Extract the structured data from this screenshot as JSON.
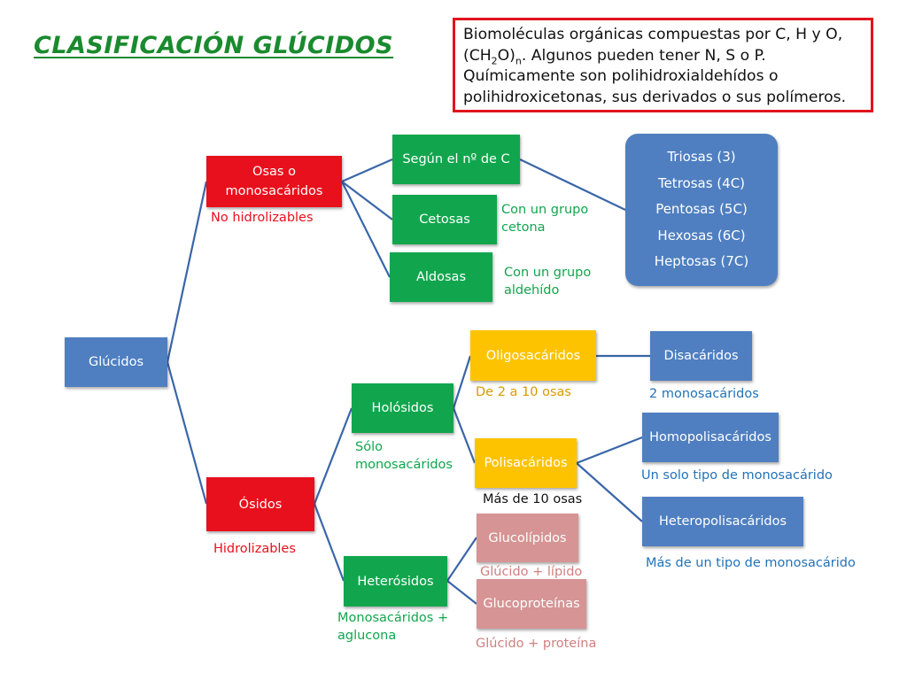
{
  "title": "CLASIFICACIÓN GLÚCIDOS",
  "definition": {
    "text_before_formula": "Biomoléculas orgánicas compuestas por C, H y O, (CH",
    "formula_sub": "2",
    "formula_mid": "O)",
    "formula_n": "n",
    "text_after_formula": ". Algunos pueden tener N, S o P. Químicamente son polihidroxialdehídos o polihidroxicetonas, sus derivados o sus polímeros."
  },
  "colors": {
    "blue": "#4f7fc1",
    "red": "#e8101c",
    "green": "#11a64d",
    "orange": "#fdc300",
    "pink": "#d69494",
    "title_green": "#1a8a2e",
    "line_blue": "#3a66a8"
  },
  "nodes": {
    "glucidos": "Glúcidos",
    "osas": "Osas o\nmonosacáridos",
    "osidos": "Ósidos",
    "segun_c": "Según el nº de C",
    "cetosas": "Cetosas",
    "aldosas": "Aldosas",
    "holosidos": "Holósidos",
    "heterosidos": "Heterósidos",
    "oligosacaridos": "Oligosacáridos",
    "polisacaridos": "Polisacáridos",
    "disacaridos": "Disacáridos",
    "homopolisacaridos": "Homopolisacáridos",
    "heteropolisacaridos": "Heteropolisacáridos",
    "glucolipidos": "Glucolípidos",
    "glucoproteinas": "Glucoproteínas"
  },
  "carbon_types": [
    "Triosas (3)",
    "Tetrosas (4C)",
    "Pentosas (5C)",
    "Hexosas (6C)",
    "Heptosas (7C)"
  ],
  "labels": {
    "no_hidrolizables": "No hidrolizables",
    "hidrolizables": "Hidrolizables",
    "cetona": "Con un grupo\n cetona",
    "aldehido": "Con un grupo\naldehído",
    "de_2_a_10": "De 2 a 10 osas",
    "dos_mono": "2 monosacáridos",
    "solo_mono": "Sólo\nmonosacáridos",
    "mas_de_10": "Más de 10 osas",
    "un_solo_tipo": "Un solo tipo de monosacárido",
    "mas_de_un_tipo": "Más de un tipo de monosacárido",
    "mono_aglucona": "Monosacáridos +\naglucona",
    "glucido_lipido": "Glúcido + lípido",
    "glucido_proteina": "Glúcido + proteína"
  }
}
